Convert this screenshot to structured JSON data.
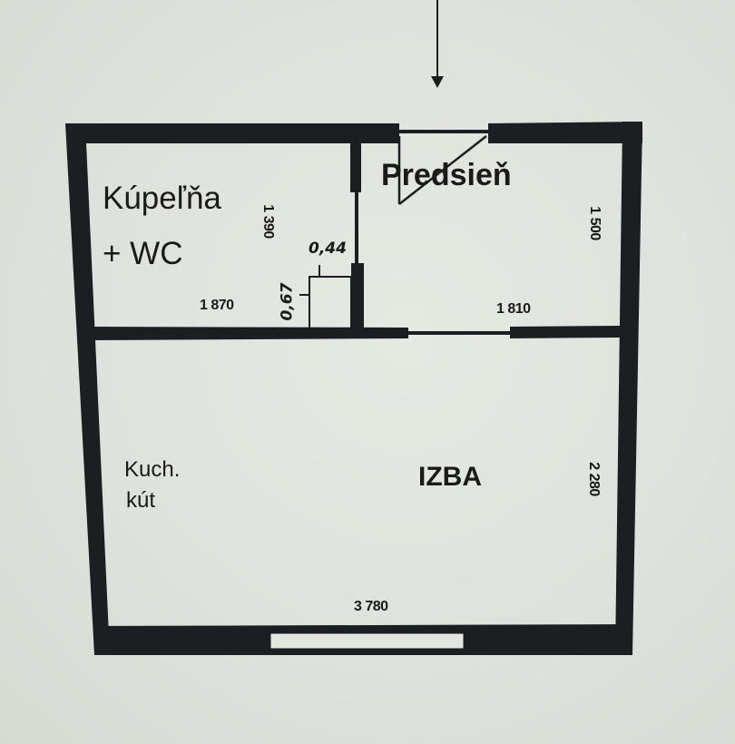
{
  "plan": {
    "rooms": [
      {
        "id": "bathroom",
        "label_line1": "Kúpeľňa",
        "label_line2": "+ WC"
      },
      {
        "id": "hallway",
        "label": "Predsieň"
      },
      {
        "id": "kitchen",
        "label_line1": "Kuch.",
        "label_line2": "kút"
      },
      {
        "id": "room",
        "label": "IZBA"
      }
    ],
    "dimensions": {
      "bathroom_width": "1 870",
      "bathroom_depth": "1 390",
      "hallway_width": "1 810",
      "hallway_depth": "1 500",
      "room_width": "3 780",
      "room_depth": "2 280",
      "shaft_width": "0,44",
      "shaft_depth": "0,67"
    },
    "entrance_arrow": "arrow-down",
    "colors": {
      "wall": "#1c1f22",
      "floor": "#e3e6df",
      "background": "#dfe2dc"
    }
  }
}
